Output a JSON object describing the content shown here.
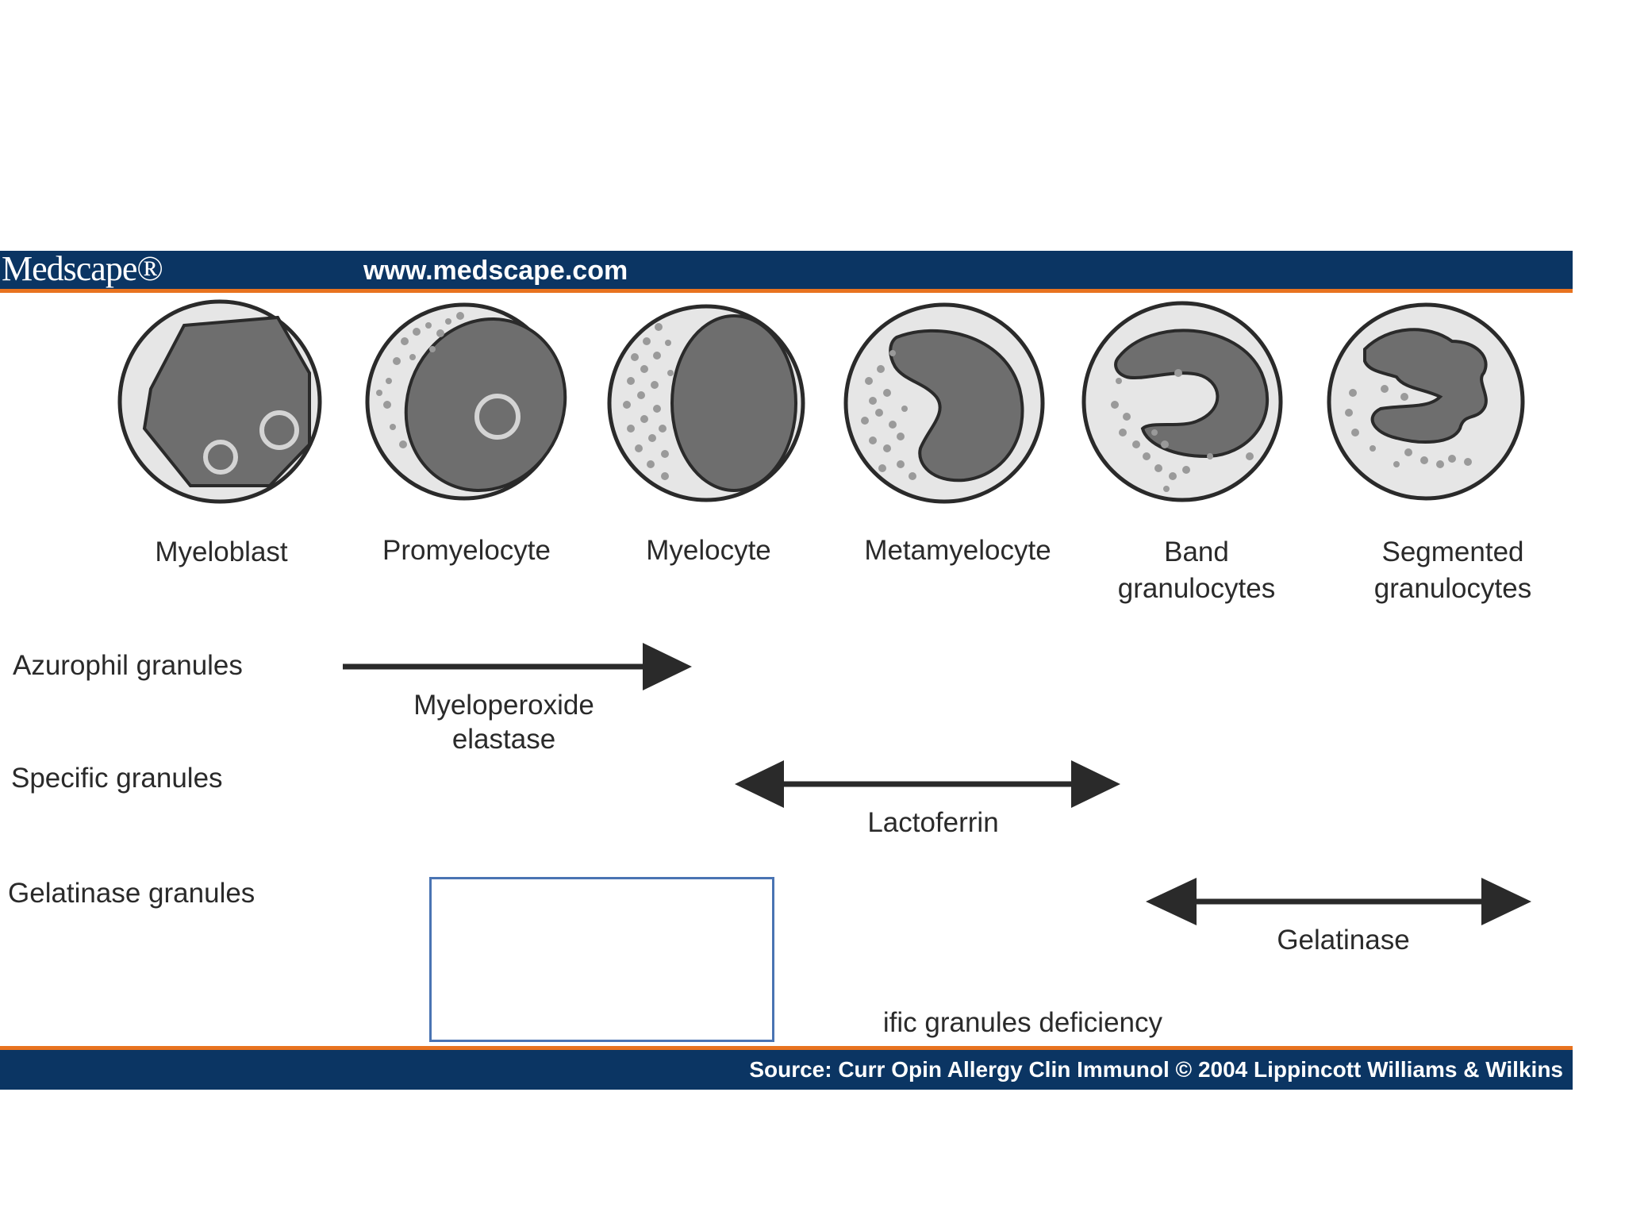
{
  "header": {
    "brand": "Medscape®",
    "url": "www.medscape.com"
  },
  "cells": [
    {
      "label_lines": [
        "Myeloblast"
      ],
      "icon": "myeloblast-cell-icon"
    },
    {
      "label_lines": [
        "Promyelocyte"
      ],
      "icon": "promyelocyte-cell-icon"
    },
    {
      "label_lines": [
        "Myelocyte"
      ],
      "icon": "myelocyte-cell-icon"
    },
    {
      "label_lines": [
        "Metamyelocyte"
      ],
      "icon": "metamyelocyte-cell-icon"
    },
    {
      "label_lines": [
        "Band",
        "granulocytes"
      ],
      "icon": "band-granulocyte-cell-icon"
    },
    {
      "label_lines": [
        "Segmented",
        "granulocytes"
      ],
      "icon": "segmented-granulocyte-cell-icon"
    }
  ],
  "granule_rows": [
    {
      "name": "Azurophil granules",
      "arrow_label_lines": [
        "Myeloperoxide",
        "elastase"
      ]
    },
    {
      "name": "Specific granules",
      "arrow_label_lines": [
        "Lactoferrin"
      ]
    },
    {
      "name": "Gelatinase granules",
      "arrow_label_lines": [
        "Gelatinase"
      ]
    }
  ],
  "partial_caption": "ific granules deficiency",
  "footer": {
    "source": "Source: Curr Opin Allergy Clin Immunol © 2004 Lippincott Williams & Wilkins"
  },
  "colors": {
    "bar_navy": "#0b3563",
    "bar_orange": "#e8731f",
    "nucleus": "#6e6e6e",
    "cytoplasm": "#e6e6e6",
    "granule": "#9a9a9a",
    "overlay_border": "#4a74b3"
  }
}
